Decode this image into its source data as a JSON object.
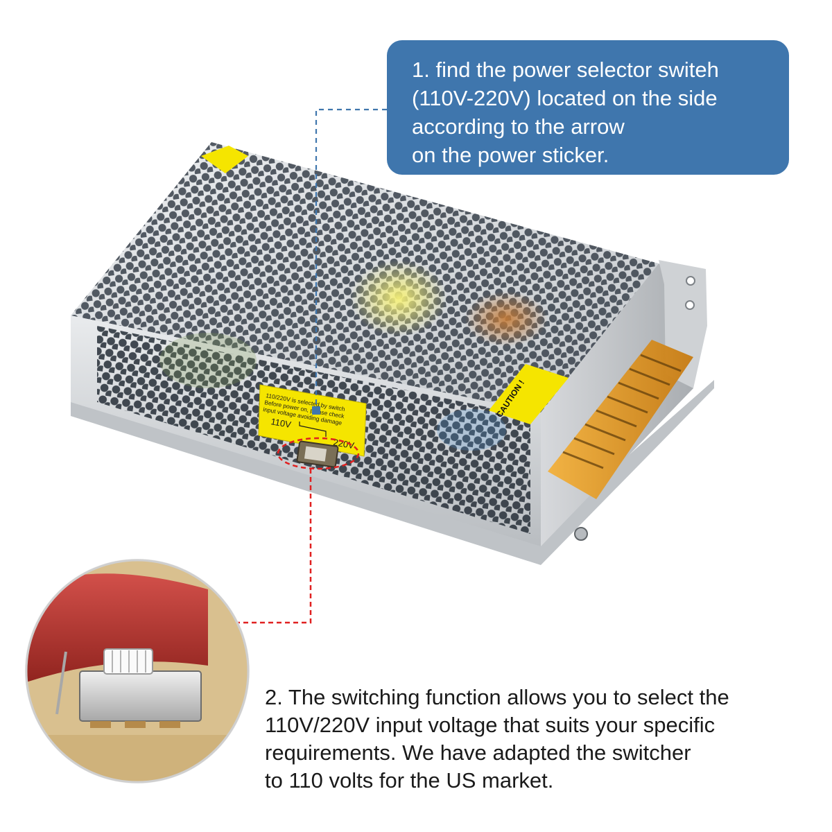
{
  "callout": {
    "lines": [
      "1. find the power selector switeh",
      "(110V-220V) located on the side",
      "according to the arrow",
      "on the power sticker."
    ]
  },
  "caption": {
    "lines": [
      "2. The switching function allows you to select the",
      "110V/220V input voltage that suits your specific",
      "requirements. We have adapted the switcher",
      "to 110 volts for the US market."
    ]
  },
  "sticker": {
    "line1": "110/220V  is selected by switch",
    "line2": "Before power on, please check",
    "line3": "input voltage avoiding damage",
    "left_label": "110V",
    "right_label": "220V"
  },
  "caution_label": "CAUTION !",
  "colors": {
    "callout_bg": "#3f76ad",
    "blue_leader": "#3f76ad",
    "red_leader": "#e02020",
    "sticker_yellow": "#f5e500"
  }
}
